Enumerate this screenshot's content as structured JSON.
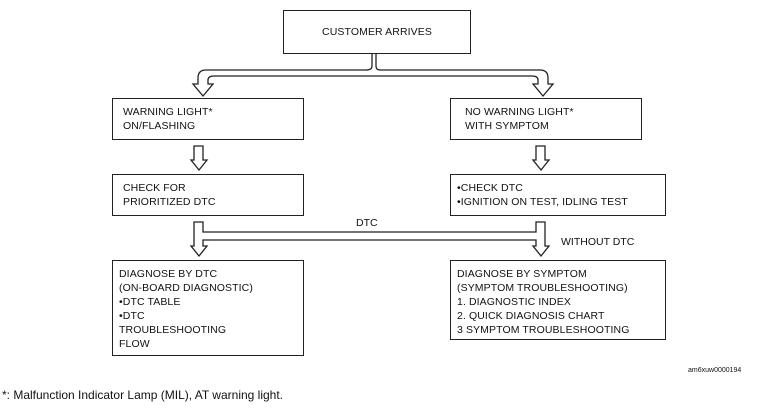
{
  "boxes": {
    "customer_arrives": "CUSTOMER ARRIVES",
    "warning_light": [
      "WARNING LIGHT*",
      "ON/FLASHING"
    ],
    "no_warning_light": [
      "NO WARNING LIGHT*",
      "WITH SYMPTOM"
    ],
    "check_prioritized": [
      "CHECK FOR",
      "PRIORITIZED DTC"
    ],
    "check_dtc": [
      "•CHECK DTC",
      "•IGNITION ON TEST, IDLING TEST"
    ],
    "diagnose_by_dtc": [
      "DIAGNOSE BY DTC",
      "(ON-BOARD DIAGNOSTIC)",
      "•DTC TABLE",
      "•DTC",
      "TROUBLESHOOTING",
      "FLOW"
    ],
    "diagnose_by_symptom": [
      "DIAGNOSE BY SYMPTOM",
      "(SYMPTOM TROUBLESHOOTING)",
      "1. DIAGNOSTIC INDEX",
      "2. QUICK DIAGNOSIS CHART",
      "3  SYMPTOM TROUBLESHOOTING"
    ]
  },
  "labels": {
    "dtc": "DTC",
    "without_dtc": "WITHOUT DTC"
  },
  "figure_code": "am6xuw0000194",
  "footnote": "*: Malfunction Indicator Lamp (MIL), AT warning light."
}
